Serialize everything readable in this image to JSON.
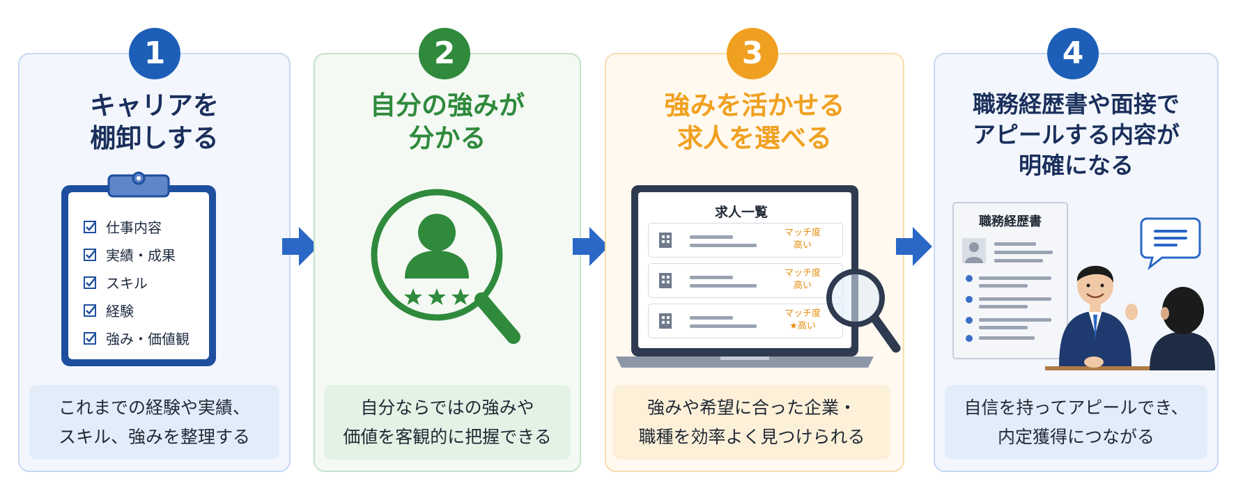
{
  "steps": [
    {
      "number": "1",
      "title": "キャリアを\n棚卸しする",
      "checklist": [
        "仕事内容",
        "実績・成果",
        "スキル",
        "経験",
        "強み・価値観"
      ],
      "description": "これまでの経験や実績、\nスキル、強みを整理する",
      "color": "#1d5fb8"
    },
    {
      "number": "2",
      "title": "自分の強みが\n分かる",
      "description": "自分ならではの強みや\n価値を客観的に把握できる",
      "color": "#2f8a3c"
    },
    {
      "number": "3",
      "title": "強みを活かせる\n求人を選べる",
      "job_list": {
        "heading": "求人一覧",
        "items": [
          {
            "match_label": "マッチ度",
            "match_value": "高い"
          },
          {
            "match_label": "マッチ度",
            "match_value": "高い"
          },
          {
            "match_label": "マッチ度",
            "match_value": "★高い"
          }
        ]
      },
      "description": "強みや希望に合った企業・\n職種を効率よく見つけられる",
      "color": "#f0a020"
    },
    {
      "number": "4",
      "title": "職務経歴書や面接で\nアピールする内容が\n明確になる",
      "resume_title": "職務経歴書",
      "description": "自信を持ってアピールでき、\n内定獲得につながる",
      "color": "#1d5fb8"
    }
  ],
  "colors": {
    "blue": "#1d5fb8",
    "navy": "#1b2f5c",
    "green": "#2f8a3c",
    "orange": "#f0a020",
    "arrow": "#2a67c6"
  }
}
